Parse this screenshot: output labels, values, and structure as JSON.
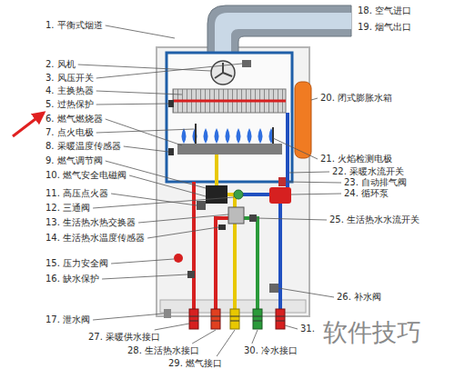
{
  "diagram": {
    "labels": [
      "1. 平衡式烟道",
      "2. 风机",
      "3. 风压开关",
      "4. 主换热器",
      "5. 过热保护",
      "6. 燃气燃烧器",
      "7. 点火电极",
      "8. 采暖温度传感器",
      "9. 燃气调节阀",
      "10. 燃气安全电磁阀",
      "11. 高压点火器",
      "12. 三通阀",
      "13. 生活热水热交换器",
      "14. 生活热水温度传感器",
      "15. 压力安全阀",
      "16. 缺水保护",
      "17. 泄水阀",
      "18. 空气进口",
      "19. 烟气出口",
      "20. 闭式膨胀水箱",
      "21. 火焰检测电极",
      "22. 采暖水流开关",
      "23. 自动排气阀",
      "24. 循环泵",
      "25. 生活热水水流开关",
      "26. 补水阀",
      "27. 采暖供水接口",
      "28. 生活热水接口",
      "29. 燃气接口",
      "30. 冷水接口",
      "31.",
      "软件技巧"
    ]
  }
}
